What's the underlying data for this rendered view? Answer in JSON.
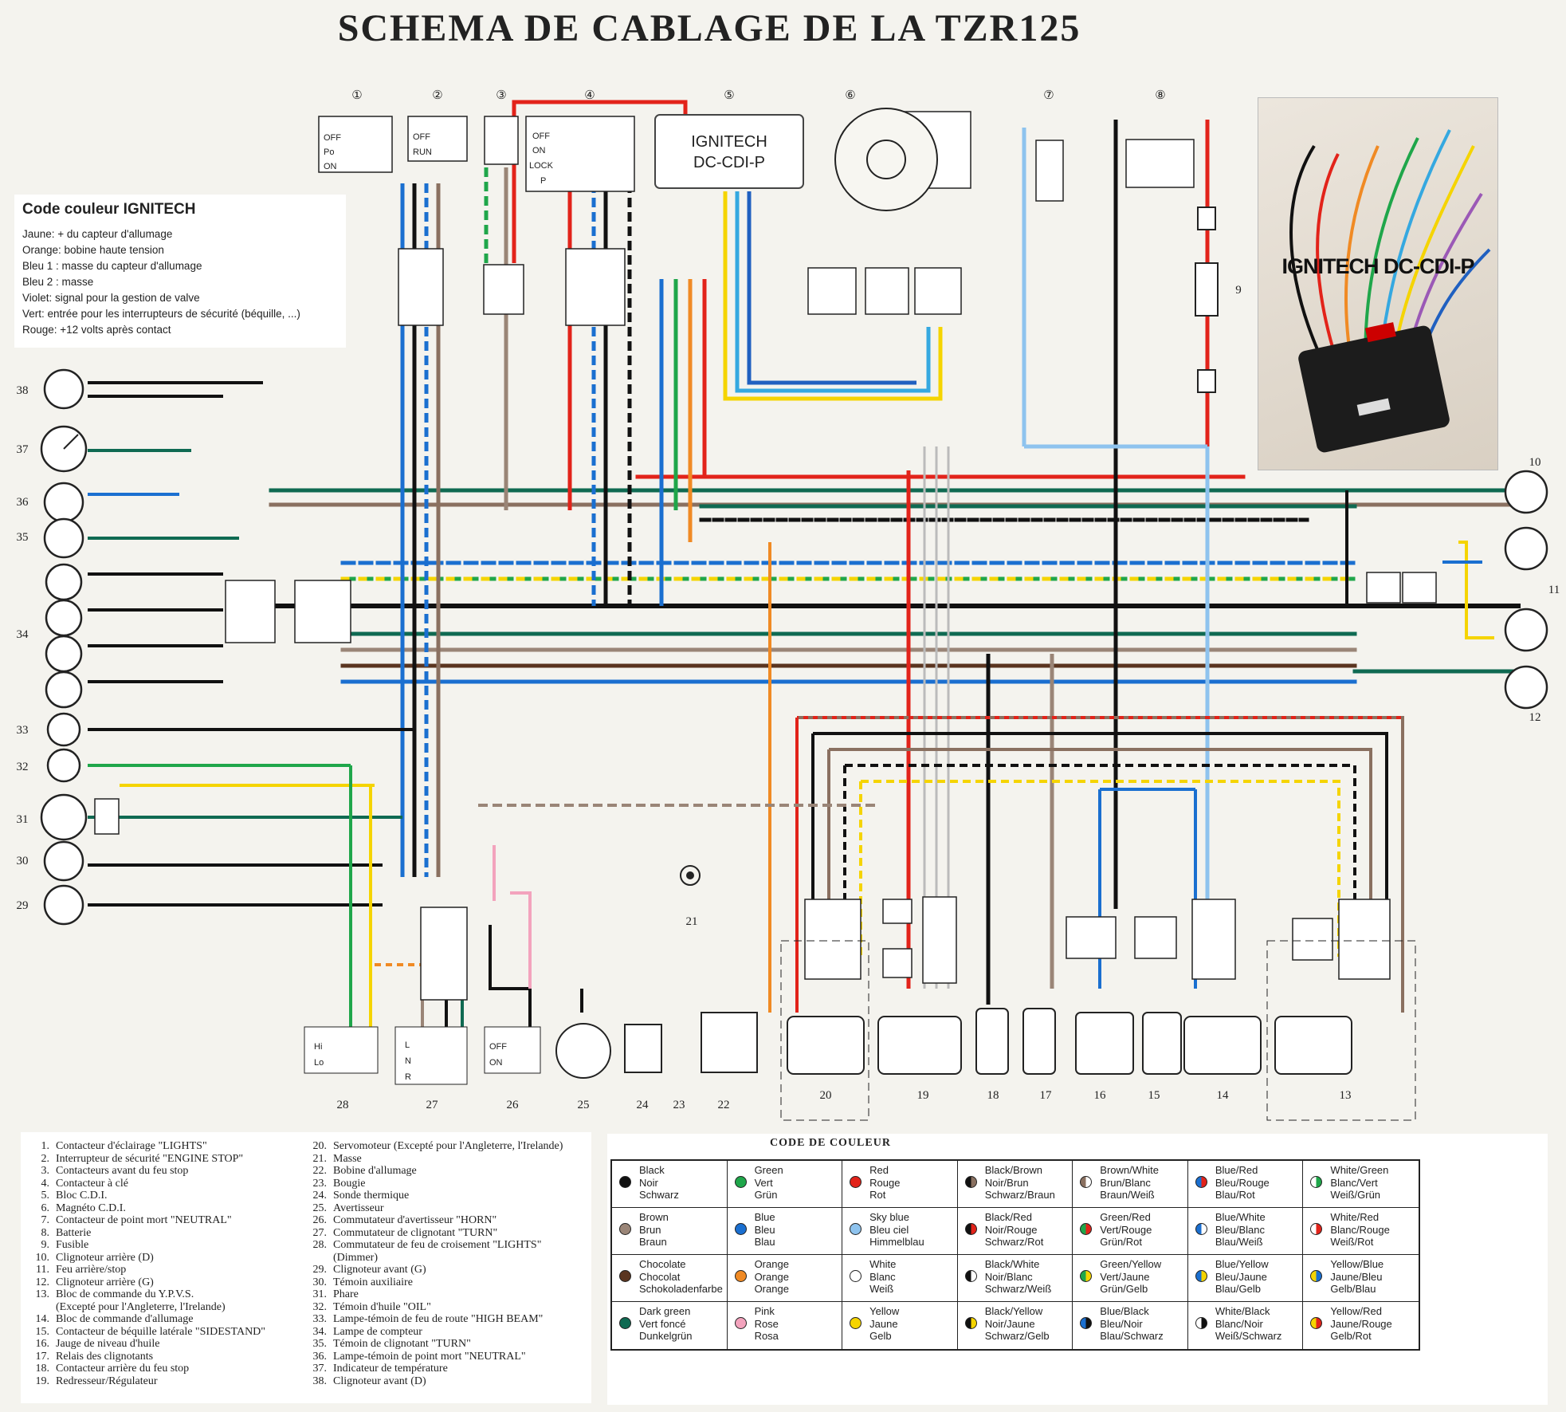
{
  "title": "SCHEMA DE CABLAGE DE LA TZR125",
  "ignitech_box_label": [
    "IGNITECH",
    "DC-CDI-P"
  ],
  "photo_label": "IGNITECH DC-CDI-P",
  "code_ignitech": {
    "title": "Code couleur IGNITECH",
    "lines": [
      "Jaune: + du capteur d'allumage",
      "Orange: bobine haute tension",
      "Bleu 1 : masse du capteur d'allumage",
      "Bleu 2 : masse",
      "Violet: signal pour la gestion de valve",
      "Vert: entrée pour les interrupteurs de sécurité (béquille, ...)",
      "Rouge: +12 volts après contact"
    ]
  },
  "top_component_numbers": [
    "①",
    "②",
    "③",
    "④",
    "⑤",
    "⑥",
    "⑦",
    "⑧"
  ],
  "side_numbers_left": [
    "38",
    "37",
    "36",
    "35",
    "34",
    "33",
    "32",
    "31",
    "30",
    "29"
  ],
  "side_numbers_right": [
    "10",
    "11",
    "12"
  ],
  "bottom_numbers": [
    "28",
    "27",
    "26",
    "25",
    "24",
    "23",
    "22",
    "21",
    "20",
    "19",
    "18",
    "17",
    "16",
    "15",
    "14",
    "13",
    "9"
  ],
  "switch_labels": {
    "sw1": [
      "OFF",
      "Po",
      "ON"
    ],
    "sw2": [
      "OFF",
      "RUN"
    ],
    "sw4": [
      "OFF",
      "ON",
      "LOCK",
      "P"
    ],
    "sw28": [
      "Hi",
      "Lo"
    ],
    "sw27": [
      "L",
      "N",
      "R"
    ],
    "sw26": [
      "OFF",
      "ON"
    ]
  },
  "legend_col1": [
    [
      "1.",
      "Contacteur d'éclairage \"LIGHTS\""
    ],
    [
      "2.",
      "Interrupteur de sécurité \"ENGINE STOP\""
    ],
    [
      "3.",
      "Contacteurs avant du feu stop"
    ],
    [
      "4.",
      "Contacteur à clé"
    ],
    [
      "5.",
      "Bloc C.D.I."
    ],
    [
      "6.",
      "Magnéto C.D.I."
    ],
    [
      "7.",
      "Contacteur de point mort \"NEUTRAL\""
    ],
    [
      "8.",
      "Batterie"
    ],
    [
      "9.",
      "Fusible"
    ],
    [
      "10.",
      "Clignoteur arrière (D)"
    ],
    [
      "11.",
      "Feu arrière/stop"
    ],
    [
      "12.",
      "Clignoteur arrière (G)"
    ],
    [
      "13.",
      "Bloc de commande du Y.P.V.S."
    ],
    [
      "",
      "(Excepté pour l'Angleterre, l'Irelande)"
    ],
    [
      "14.",
      "Bloc de commande d'allumage"
    ],
    [
      "15.",
      "Contacteur de béquille latérale \"SIDESTAND\""
    ],
    [
      "16.",
      "Jauge de niveau d'huile"
    ],
    [
      "17.",
      "Relais des clignotants"
    ],
    [
      "18.",
      "Contacteur arrière du feu stop"
    ],
    [
      "19.",
      "Redresseur/Régulateur"
    ]
  ],
  "legend_col2": [
    [
      "20.",
      "Servomoteur (Excepté pour l'Angleterre, l'Irelande)"
    ],
    [
      "21.",
      "Masse"
    ],
    [
      "22.",
      "Bobine d'allumage"
    ],
    [
      "23.",
      "Bougie"
    ],
    [
      "24.",
      "Sonde thermique"
    ],
    [
      "25.",
      "Avertisseur"
    ],
    [
      "26.",
      "Commutateur d'avertisseur \"HORN\""
    ],
    [
      "27.",
      "Commutateur de clignotant \"TURN\""
    ],
    [
      "28.",
      "Commutateur de feu de croisement \"LIGHTS\""
    ],
    [
      "",
      "(Dimmer)"
    ],
    [
      "29.",
      "Clignoteur avant (G)"
    ],
    [
      "30.",
      "Témoin auxiliaire"
    ],
    [
      "31.",
      "Phare"
    ],
    [
      "32.",
      "Témoin d'huile \"OIL\""
    ],
    [
      "33.",
      "Lampe-témoin de feu de route \"HIGH BEAM\""
    ],
    [
      "34.",
      "Lampe de compteur"
    ],
    [
      "35.",
      "Témoin de clignotant \"TURN\""
    ],
    [
      "36.",
      "Lampe-témoin de point mort \"NEUTRAL\""
    ],
    [
      "37.",
      "Indicateur de température"
    ],
    [
      "38.",
      "Clignoteur avant (D)"
    ]
  ],
  "color_code": {
    "title": "CODE DE COULEUR",
    "cells": [
      {
        "lines": [
          "Black",
          "Noir",
          "Schwarz"
        ],
        "c1": "#111111",
        "c2": "#111111"
      },
      {
        "lines": [
          "Green",
          "Vert",
          "Grün"
        ],
        "c1": "#1fa64a",
        "c2": "#1fa64a"
      },
      {
        "lines": [
          "Red",
          "Rouge",
          "Rot"
        ],
        "c1": "#e2231a",
        "c2": "#e2231a"
      },
      {
        "lines": [
          "Black/Brown",
          "Noir/Brun",
          "Schwarz/Braun"
        ],
        "c1": "#111111",
        "c2": "#8a7060"
      },
      {
        "lines": [
          "Brown/White",
          "Brun/Blanc",
          "Braun/Weiß"
        ],
        "c1": "#8a7060",
        "c2": "#ffffff"
      },
      {
        "lines": [
          "Blue/Red",
          "Bleu/Rouge",
          "Blau/Rot"
        ],
        "c1": "#1a6fd0",
        "c2": "#e2231a"
      },
      {
        "lines": [
          "White/Green",
          "Blanc/Vert",
          "Weiß/Grün"
        ],
        "c1": "#ffffff",
        "c2": "#1fa64a"
      },
      {
        "lines": [
          "Brown",
          "Brun",
          "Braun"
        ],
        "c1": "#9a8577",
        "c2": "#9a8577"
      },
      {
        "lines": [
          "Blue",
          "Bleu",
          "Blau"
        ],
        "c1": "#1a6fd0",
        "c2": "#1a6fd0"
      },
      {
        "lines": [
          "Sky blue",
          "Bleu ciel",
          "Himmelblau"
        ],
        "c1": "#8ec3ee",
        "c2": "#8ec3ee"
      },
      {
        "lines": [
          "Black/Red",
          "Noir/Rouge",
          "Schwarz/Rot"
        ],
        "c1": "#111111",
        "c2": "#e2231a"
      },
      {
        "lines": [
          "Green/Red",
          "Vert/Rouge",
          "Grün/Rot"
        ],
        "c1": "#1fa64a",
        "c2": "#e2231a"
      },
      {
        "lines": [
          "Blue/White",
          "Bleu/Blanc",
          "Blau/Weiß"
        ],
        "c1": "#1a6fd0",
        "c2": "#ffffff"
      },
      {
        "lines": [
          "White/Red",
          "Blanc/Rouge",
          "Weiß/Rot"
        ],
        "c1": "#ffffff",
        "c2": "#e2231a"
      },
      {
        "lines": [
          "Chocolate",
          "Chocolat",
          "Schokoladenfarbe"
        ],
        "c1": "#5a3520",
        "c2": "#5a3520"
      },
      {
        "lines": [
          "Orange",
          "Orange",
          "Orange"
        ],
        "c1": "#f08a24",
        "c2": "#f08a24"
      },
      {
        "lines": [
          "White",
          "Blanc",
          "Weiß"
        ],
        "c1": "#ffffff",
        "c2": "#ffffff"
      },
      {
        "lines": [
          "Black/White",
          "Noir/Blanc",
          "Schwarz/Weiß"
        ],
        "c1": "#111111",
        "c2": "#ffffff"
      },
      {
        "lines": [
          "Green/Yellow",
          "Vert/Jaune",
          "Grün/Gelb"
        ],
        "c1": "#1fa64a",
        "c2": "#f5d400"
      },
      {
        "lines": [
          "Blue/Yellow",
          "Bleu/Jaune",
          "Blau/Gelb"
        ],
        "c1": "#1a6fd0",
        "c2": "#f5d400"
      },
      {
        "lines": [
          "Yellow/Blue",
          "Jaune/Bleu",
          "Gelb/Blau"
        ],
        "c1": "#f5d400",
        "c2": "#1a6fd0"
      },
      {
        "lines": [
          "Dark green",
          "Vert foncé",
          "Dunkelgrün"
        ],
        "c1": "#0f6a52",
        "c2": "#0f6a52"
      },
      {
        "lines": [
          "Pink",
          "Rose",
          "Rosa"
        ],
        "c1": "#f3a3bd",
        "c2": "#f3a3bd"
      },
      {
        "lines": [
          "Yellow",
          "Jaune",
          "Gelb"
        ],
        "c1": "#f5d400",
        "c2": "#f5d400"
      },
      {
        "lines": [
          "Black/Yellow",
          "Noir/Jaune",
          "Schwarz/Gelb"
        ],
        "c1": "#111111",
        "c2": "#f5d400"
      },
      {
        "lines": [
          "Blue/Black",
          "Bleu/Noir",
          "Blau/Schwarz"
        ],
        "c1": "#1a6fd0",
        "c2": "#111111"
      },
      {
        "lines": [
          "White/Black",
          "Blanc/Noir",
          "Weiß/Schwarz"
        ],
        "c1": "#ffffff",
        "c2": "#111111"
      },
      {
        "lines": [
          "Yellow/Red",
          "Jaune/Rouge",
          "Gelb/Rot"
        ],
        "c1": "#f5d400",
        "c2": "#e2231a"
      }
    ]
  }
}
